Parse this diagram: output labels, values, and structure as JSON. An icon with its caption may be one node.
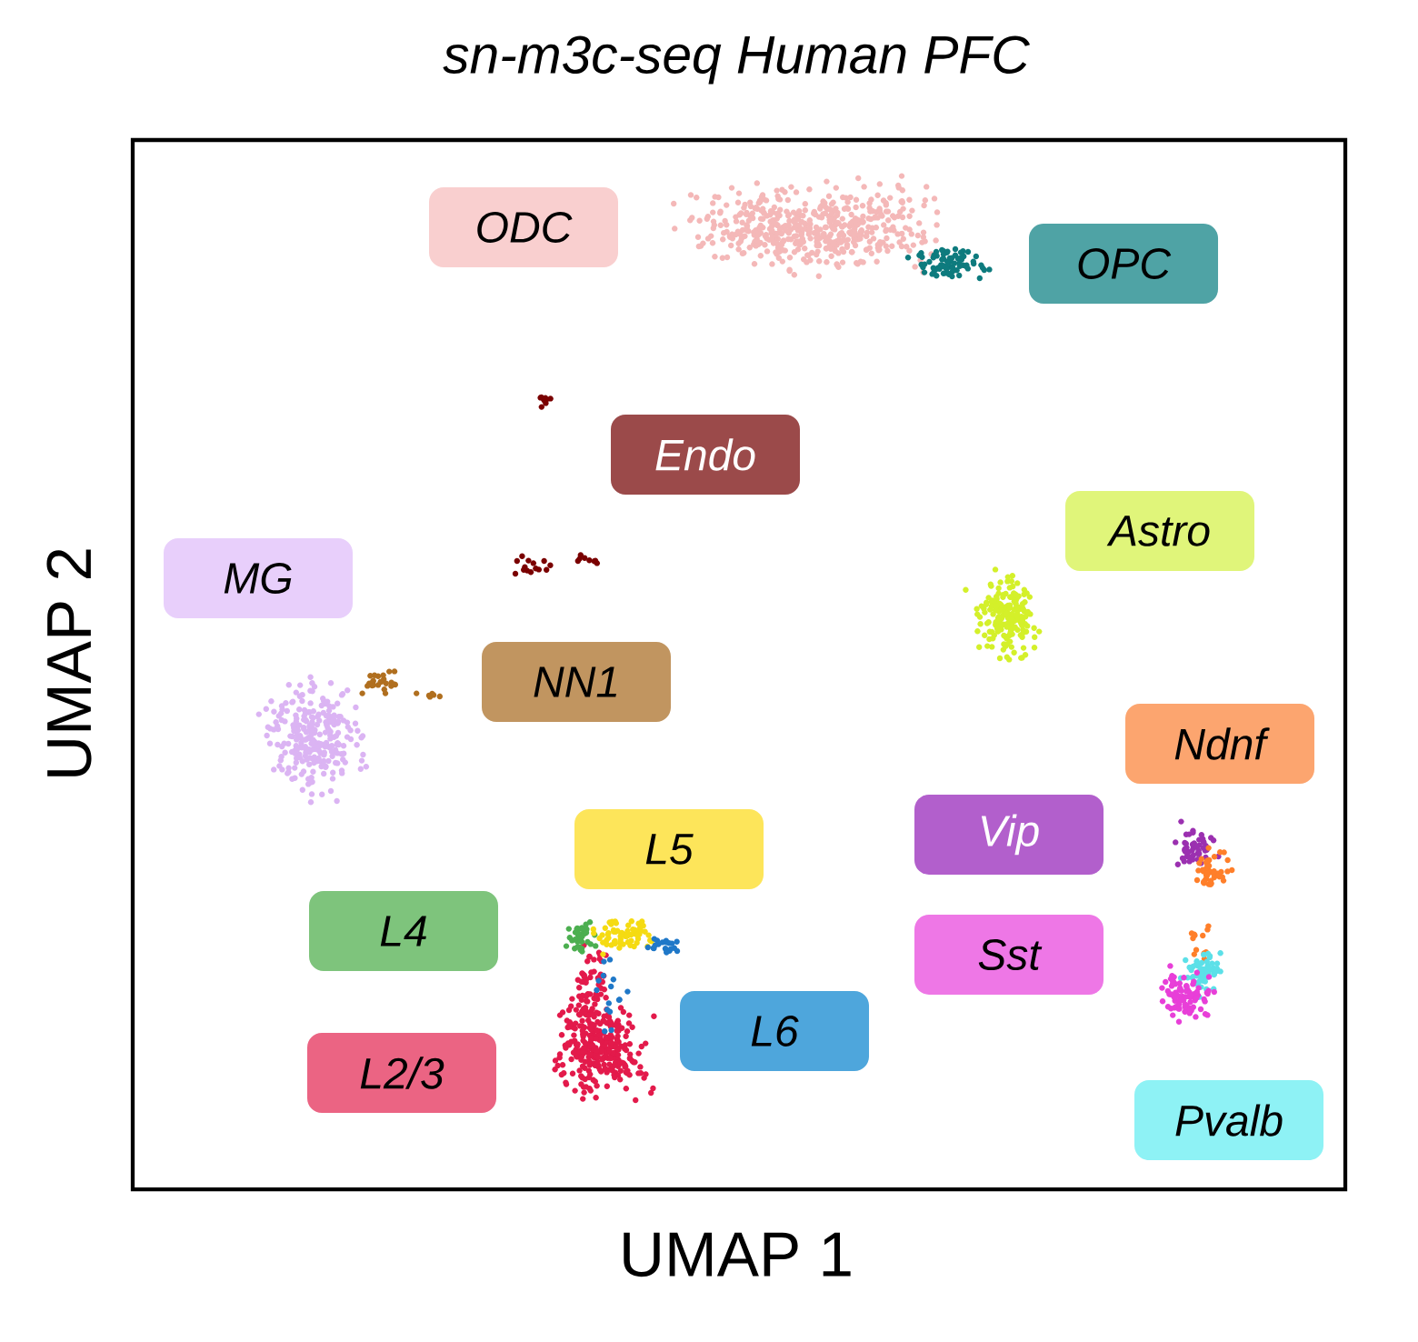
{
  "diagram": {
    "title": "sn-m3c-seq Human PFC",
    "nodes": [
      {
        "text": [
          "ODC"
        ]
      },
      {
        "text": [
          "OPC"
        ]
      },
      {
        "text": [
          "Endo"
        ]
      },
      {
        "text": [
          "Astro"
        ]
      },
      {
        "text": [
          "MG"
        ]
      },
      {
        "text": [
          "NN1"
        ]
      },
      {
        "text": [
          "Ndnf"
        ]
      },
      {
        "text": [
          "Vip"
        ]
      },
      {
        "text": [
          "L5"
        ]
      },
      {
        "text": [
          "L4"
        ]
      },
      {
        "text": [
          "Sst"
        ]
      },
      {
        "text": [
          "L6"
        ]
      },
      {
        "text": [
          "L2/3"
        ]
      },
      {
        "text": [
          "Pvalb"
        ]
      }
    ],
    "labels": [
      "UMAP 1",
      "UMAP 2"
    ]
  }
}
